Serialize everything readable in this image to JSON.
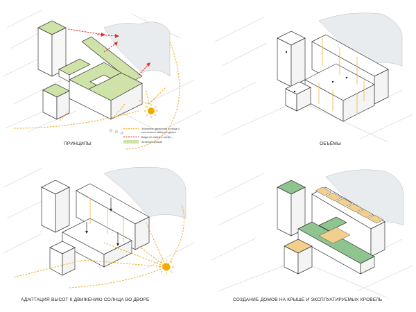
{
  "panels": [
    {
      "caption": "ПРИНЦИПЫ"
    },
    {
      "caption": "ОБЪЁМЫ"
    },
    {
      "caption": "АДАПТАЦИЯ ВЫСОТ К ДВИЖЕНИЮ СОЛНЦА ВО ДВОРЕ"
    },
    {
      "caption": "СОЗДАНИЕ ДОМОВ НА КРЫШЕ И ЭКСПЛУАТИРУЕМЫХ КРОВЕЛЬ"
    }
  ],
  "legend": {
    "items": [
      {
        "label": "Значение движения солнца и солнечного света во дворе",
        "color": "#f2b134",
        "style": "dashed"
      },
      {
        "label": "Виды на сквер и озеро",
        "color": "#e0302a",
        "style": "dashed"
      },
      {
        "label": "Зелёные крыши",
        "color": "#cfe3a8",
        "style": "fill"
      }
    ]
  },
  "colors": {
    "green_roof": "#cfe3a8",
    "green_roof_dark": "#8fc38f",
    "sun": "#f5a800",
    "path_orange": "#f2b134",
    "view_red": "#e0302a",
    "water": "#e9ecef",
    "roof_house": "#f3cf8d",
    "building_line": "#333333"
  }
}
